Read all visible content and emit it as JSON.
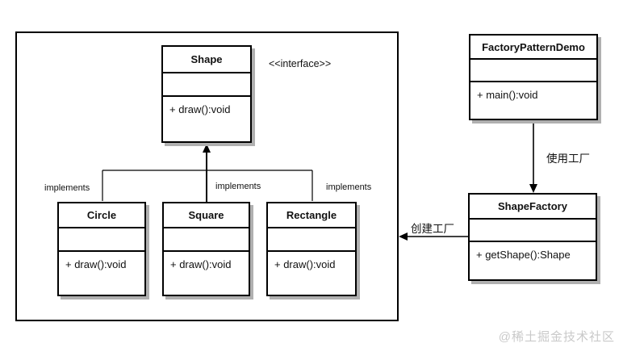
{
  "diagram": {
    "stereotype_label": "<<interface>>",
    "implements_labels": {
      "left": "implements",
      "center": "implements",
      "right": "implements"
    },
    "relation_labels": {
      "use_factory": "使用工厂",
      "create_factory": "创建工厂"
    },
    "classes": {
      "shape": {
        "name": "Shape",
        "attributes": "",
        "methods": "+ draw():void"
      },
      "circle": {
        "name": "Circle",
        "attributes": "",
        "methods": "+ draw():void"
      },
      "square": {
        "name": "Square",
        "attributes": "",
        "methods": "+ draw():void"
      },
      "rectangle": {
        "name": "Rectangle",
        "attributes": "",
        "methods": "+ draw():void"
      },
      "factory_pattern_demo": {
        "name": "FactoryPatternDemo",
        "attributes": "",
        "methods": "+ main():void"
      },
      "shape_factory": {
        "name": "ShapeFactory",
        "attributes": "",
        "methods": "+ getShape():Shape"
      }
    },
    "watermark": "@稀土掘金技术社区",
    "colors": {
      "line": "#000000",
      "box_shadow": "#b0b0b0",
      "watermark": "#c9c9c9",
      "background": "#ffffff"
    }
  }
}
